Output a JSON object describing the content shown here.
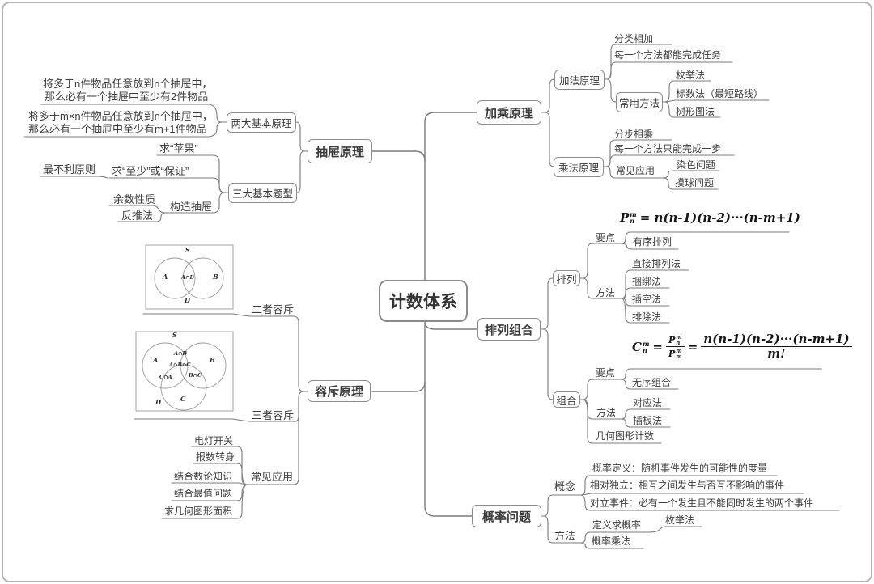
{
  "colors": {
    "line": "#7b7b7b",
    "box_border": "#8b8b8b",
    "text": "#3e3e3e",
    "formula": "#161616",
    "background": "#ffffff"
  },
  "center": {
    "label": "计数体系"
  },
  "add_mul": {
    "label": "加乘原理",
    "addition": {
      "label": "加法原理",
      "rule": "分类相加",
      "note": "每一个方法都能完成任务",
      "methods": {
        "label": "常用方法",
        "items": [
          "枚举法",
          "标数法（最短路线）",
          "树形图法"
        ]
      }
    },
    "multiplication": {
      "label": "乘法原理",
      "rule": "分步相乘",
      "note": "每一个方法只能完成一步",
      "applications": {
        "label": "常见应用",
        "items": [
          "染色问题",
          "摸球问题"
        ]
      }
    }
  },
  "drawer": {
    "label": "抽屉原理",
    "two_principles": {
      "label": "两大基本原理",
      "p1_line1": "将多于n件物品任意放到n个抽屉中，",
      "p1_line2": "那么必有一个抽屉中至少有2件物品",
      "p2_line1": "将多于m×n件物品任意放到n个抽屉中，",
      "p2_line2": "那么必有一个抽屉中至少有m+1件物品"
    },
    "three_types": {
      "label": "三大基本题型",
      "apple": "求“苹果”",
      "at_least": "求“至少”或“保证”",
      "worst_case": "最不利原则",
      "construct": "构造抽屉",
      "remainder": "余数性质",
      "backward": "反推法"
    }
  },
  "perm_comb": {
    "label": "排列组合",
    "permutation": {
      "label": "排列",
      "keypoints_label": "要点",
      "ordered": "有序排列",
      "methods_label": "方法",
      "methods": [
        "直接排列法",
        "捆绑法",
        "插空法",
        "排除法"
      ],
      "formula": {
        "base": "P",
        "sup": "m",
        "sub": "n",
        "rhs": "= n(n-1)(n-2)···(n-m+1)"
      }
    },
    "combination": {
      "label": "组合",
      "keypoints_label": "要点",
      "unordered": "无序组合",
      "methods_label": "方法",
      "methods": [
        "对应法",
        "插板法"
      ],
      "geometry": "几何图形计数",
      "formula": {
        "base": "C",
        "sup": "m",
        "sub": "n",
        "eq1": "=",
        "num1_base": "P",
        "num1_sup": "m",
        "num1_sub": "n",
        "den1_base": "P",
        "den1_sup": "m",
        "den1_sub": "m",
        "eq2": "=",
        "num2": "n(n-1)(n-2)···(n-m+1)",
        "den2": "m!"
      }
    }
  },
  "inclusion": {
    "label": "容斥原理",
    "two_set": "二者容斥",
    "three_set": "三者容斥",
    "applications": {
      "label": "常见应用",
      "items": [
        "电灯开关",
        "报数转身",
        "结合数论知识",
        "结合最值问题",
        "求几何图形面积"
      ]
    },
    "venn2": {
      "s": "S",
      "a": "A",
      "b": "B",
      "ab": "A∩B",
      "d": "D"
    },
    "venn3": {
      "s": "S",
      "a": "A",
      "b": "B",
      "c": "C",
      "ab": "A∩B",
      "abc": "A∩B∩C",
      "ca": "C∩A",
      "bc": "B∩C",
      "d": "D"
    }
  },
  "probability": {
    "label": "概率问题",
    "concepts_label": "概念",
    "concepts": [
      "概率定义：随机事件发生的可能性的度量",
      "相对独立：相互之间发生与否互不影响的事件",
      "对立事件：必有一个发生且不能同时发生的两个事件"
    ],
    "methods_label": "方法",
    "by_definition": "定义求概率",
    "enumeration": "枚举法",
    "multiplication": "概率乘法"
  }
}
